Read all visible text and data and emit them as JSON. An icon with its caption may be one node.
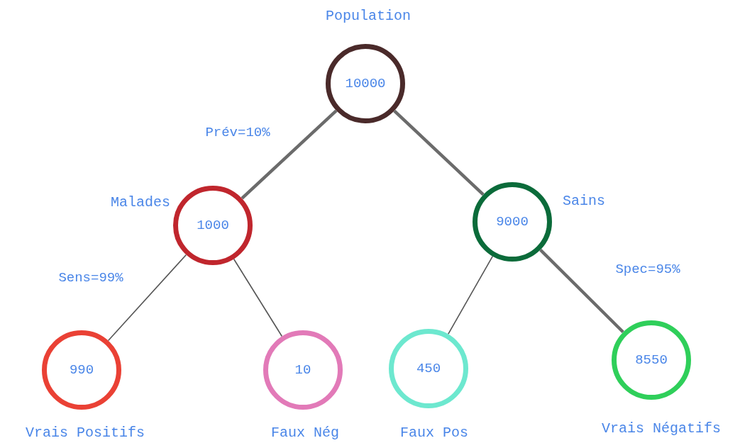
{
  "diagram": {
    "nodes": [
      {
        "text": [
          "10000"
        ],
        "beside": [
          "Population"
        ]
      },
      {
        "text": [
          "1000"
        ],
        "beside": [
          "Malades"
        ]
      },
      {
        "text": [
          "9000"
        ],
        "beside": [
          "Sains"
        ]
      },
      {
        "text": [
          "990"
        ],
        "beside": [
          "Vrais Positifs"
        ]
      },
      {
        "text": [
          "10"
        ],
        "beside": [
          "Faux Nég"
        ]
      },
      {
        "text": [
          "450"
        ],
        "beside": [
          "Faux Pos"
        ]
      },
      {
        "text": [
          "8550"
        ],
        "beside": [
          "Vrais Négatifs"
        ]
      }
    ],
    "edges": [
      {
        "from": 0,
        "to": 1,
        "arrow": "none",
        "style": "thick",
        "label": "Prév=10%"
      },
      {
        "from": 0,
        "to": 2,
        "arrow": "none",
        "style": "thick"
      },
      {
        "from": 1,
        "to": 3,
        "arrow": "none",
        "label": "Sens=99%"
      },
      {
        "from": 1,
        "to": 4,
        "arrow": "none"
      },
      {
        "from": 2,
        "to": 5,
        "arrow": "none"
      },
      {
        "from": 2,
        "to": 6,
        "arrow": "none",
        "style": "thick",
        "label": "Spec=95%"
      }
    ]
  }
}
